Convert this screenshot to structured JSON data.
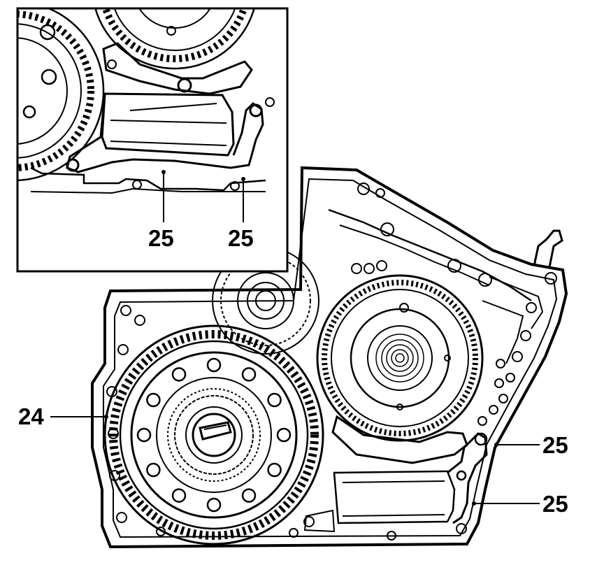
{
  "diagram": {
    "inset": {
      "callouts": [
        "25",
        "25"
      ]
    },
    "main": {
      "callouts": [
        "24",
        "25",
        "25"
      ]
    }
  },
  "colors": {
    "ink": "#000000",
    "paper": "#ffffff"
  }
}
